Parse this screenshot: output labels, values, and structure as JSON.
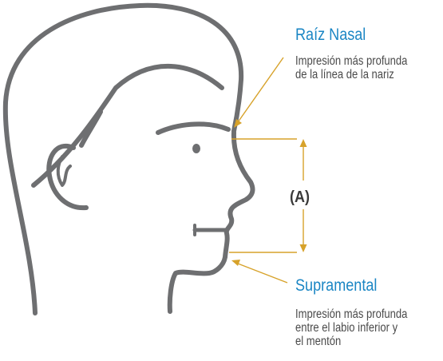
{
  "labels": {
    "root": {
      "title": "Raíz Nasal",
      "description": [
        "Impresión más profunda",
        "de la línea de la nariz"
      ]
    },
    "supramental": {
      "title": "Supramental",
      "description": [
        "Impresión más profunda",
        "entre el labio inferior y",
        "el mentón"
      ]
    },
    "distance": "(A)"
  },
  "colors": {
    "accent": "#1b86c4",
    "pointer": "#d7a22a",
    "outline": "#6e6f71",
    "text": "#4a4a4a"
  }
}
